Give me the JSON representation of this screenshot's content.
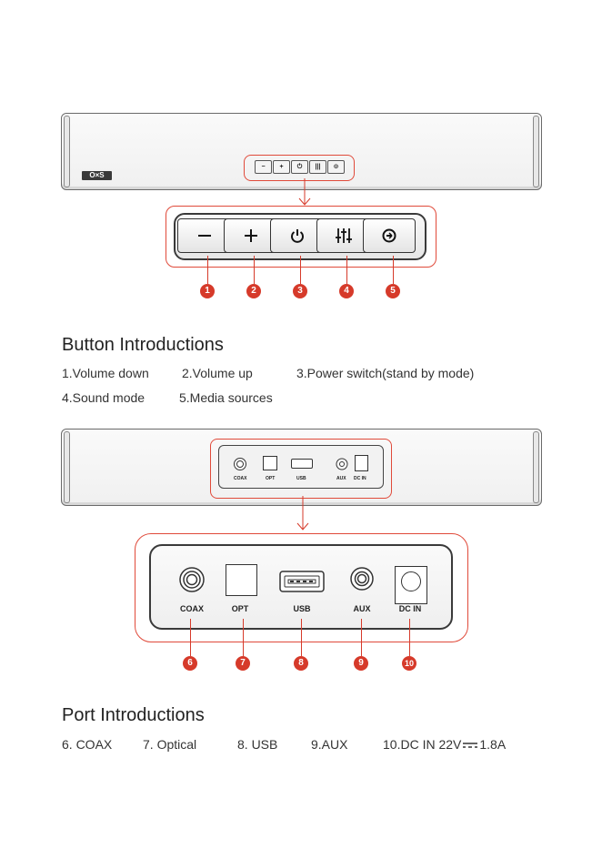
{
  "front": {
    "logo": "O×S",
    "buttons": [
      "−",
      "+",
      "⏻",
      "sound-mode",
      "source"
    ]
  },
  "callouts_top": [
    "1",
    "2",
    "3",
    "4",
    "5"
  ],
  "button_section": {
    "title": "Button Introductions",
    "items": [
      "1.Volume down",
      "2.Volume up",
      "3.Power switch(stand by mode)",
      "4.Sound mode",
      "5.Media sources"
    ]
  },
  "ports_small": [
    "COAX",
    "OPT",
    "USB",
    "AUX",
    "DC IN"
  ],
  "ports": [
    "COAX",
    "OPT",
    "USB",
    "AUX",
    "DC IN"
  ],
  "callouts_bottom": [
    "6",
    "7",
    "8",
    "9",
    "10"
  ],
  "port_section": {
    "title": "Port Introductions",
    "items": [
      "6. COAX",
      "7. Optical",
      "8. USB",
      "9.AUX",
      "10.DC IN 22V",
      "1.8A"
    ]
  },
  "colors": {
    "accent": "#d63a2a",
    "outline": "#e04a3a"
  }
}
